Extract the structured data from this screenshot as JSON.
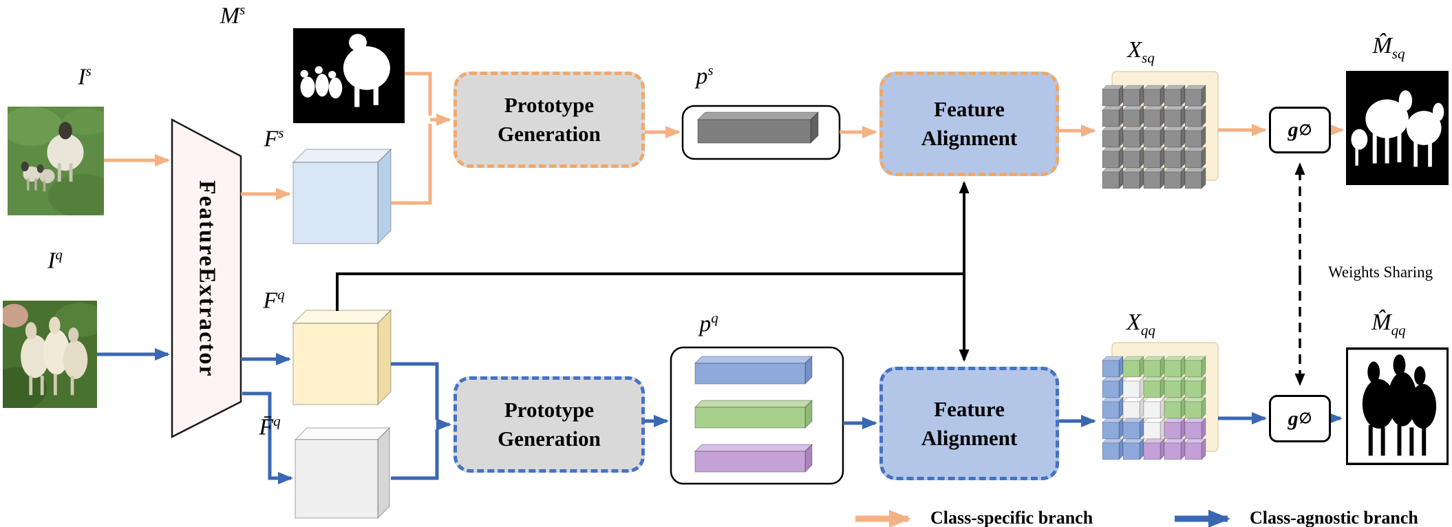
{
  "labels": {
    "I_s": {
      "base": "I",
      "sup": "s"
    },
    "I_q": {
      "base": "I",
      "sup": "q"
    },
    "M_s": {
      "base": "M",
      "sup": "s"
    },
    "F_s": {
      "base": "F",
      "sup": "s"
    },
    "F_q": {
      "base": "F",
      "sup": "q"
    },
    "Fbar_q": {
      "base": "F̄",
      "sup": "q"
    },
    "p_s": {
      "base": "p",
      "sup": "s"
    },
    "p_q": {
      "base": "p",
      "sup": "q"
    },
    "X_sq": {
      "base": "X",
      "sub": "sq"
    },
    "X_qq": {
      "base": "X",
      "sub": "qq"
    },
    "Mhat_sq": {
      "base": "M̂",
      "sub": "sq"
    },
    "Mhat_qq": {
      "base": "M̂",
      "sub": "qq"
    },
    "g_phi": {
      "base": "g",
      "sub": "∅"
    }
  },
  "blocks": {
    "feature_extractor": {
      "line1": "Feature",
      "line2": "Extractor"
    },
    "prototype_generation_top": {
      "line1": "Prototype",
      "line2": "Generation"
    },
    "prototype_generation_bottom": {
      "line1": "Prototype",
      "line2": "Generation"
    },
    "feature_alignment_top": {
      "line1": "Feature",
      "line2": "Alignment"
    },
    "feature_alignment_bottom": {
      "line1": "Feature",
      "line2": "Alignment"
    }
  },
  "annotations": {
    "weights_sharing": "Weights Sharing"
  },
  "legend": {
    "class_specific": "Class-specific branch",
    "class_agnostic": "Class-agnostic branch"
  },
  "colors": {
    "class_specific_branch": "#f4b183",
    "class_agnostic_branch": "#3a67b1",
    "prototype_box_fill": "#d9d9d9",
    "alignment_box_fill": "#b3c6e7",
    "dashed_border_orange": "#f0a869",
    "dashed_border_blue": "#4472c4",
    "cube_palette": {
      "gray": {
        "front": "#8f8f8f",
        "top": "#b5b5b5",
        "side": "#6f6f6f"
      },
      "blue": {
        "front": "#8eaadb",
        "top": "#b4c7e9",
        "side": "#6f8fc7"
      },
      "green": {
        "front": "#a8d08d",
        "top": "#c5e0b3",
        "side": "#8db873"
      },
      "purple": {
        "front": "#c3a0d8",
        "top": "#d9c2e8",
        "side": "#a983bf"
      },
      "white": {
        "front": "#f2f2f2",
        "top": "#ffffff",
        "side": "#d8d8d8"
      }
    }
  },
  "figures": {
    "x_sq_grid": [
      [
        "gray",
        "gray",
        "gray",
        "gray",
        "gray"
      ],
      [
        "gray",
        "gray",
        "gray",
        "gray",
        "gray"
      ],
      [
        "gray",
        "gray",
        "gray",
        "gray",
        "gray"
      ],
      [
        "gray",
        "gray",
        "gray",
        "gray",
        "gray"
      ],
      [
        "gray",
        "gray",
        "gray",
        "gray",
        "gray"
      ]
    ],
    "x_qq_grid": [
      [
        "blue",
        "green",
        "green",
        "green",
        "green"
      ],
      [
        "blue",
        "white",
        "green",
        "green",
        "green"
      ],
      [
        "blue",
        "white",
        "white",
        "green",
        "green"
      ],
      [
        "blue",
        "blue",
        "white",
        "purple",
        "purple"
      ],
      [
        "blue",
        "blue",
        "purple",
        "purple",
        "purple"
      ]
    ]
  }
}
